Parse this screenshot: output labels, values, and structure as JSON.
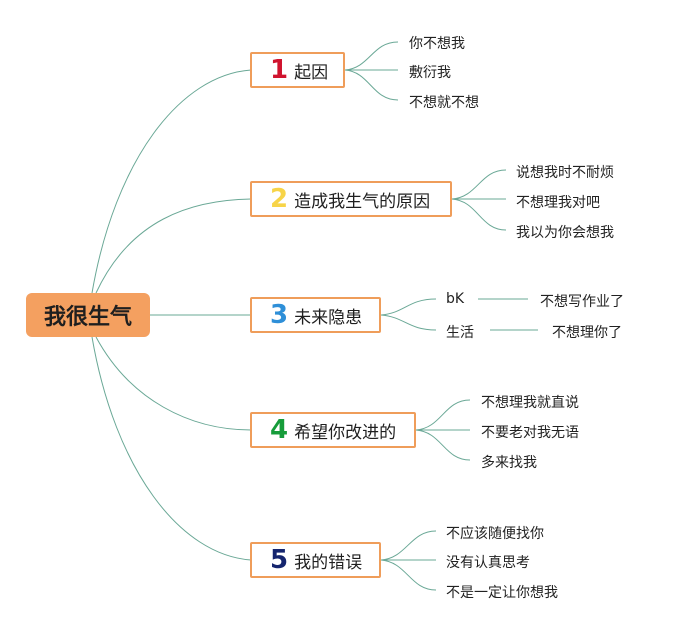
{
  "root": {
    "label": "我很生气"
  },
  "branches": [
    {
      "num": "1",
      "label": "起因",
      "color": "#d0132e",
      "leaves": [
        "你不想我",
        "敷衍我",
        "不想就不想"
      ]
    },
    {
      "num": "2",
      "label": "造成我生气的原因",
      "color": "#f7d448",
      "leaves": [
        "说想我时不耐烦",
        "不想理我对吧",
        "我以为你会想我"
      ]
    },
    {
      "num": "3",
      "label": "未来隐患",
      "color": "#2e8fd8",
      "leaves": [
        {
          "label": "bK",
          "child": "不想写作业了"
        },
        {
          "label": "生活",
          "child": "不想理你了"
        }
      ]
    },
    {
      "num": "4",
      "label": "希望你改进的",
      "color": "#169c3a",
      "leaves": [
        "不想理我就直说",
        "不要老对我无语",
        "多来找我"
      ]
    },
    {
      "num": "5",
      "label": "我的错误",
      "color": "#15256e",
      "leaves": [
        "不应该随便找你",
        "没有认真思考",
        "不是一定让你想我"
      ]
    }
  ],
  "colors": {
    "link": "#6aa896",
    "branch_border": "#ef9d5a",
    "root_fill": "#f4a060"
  }
}
